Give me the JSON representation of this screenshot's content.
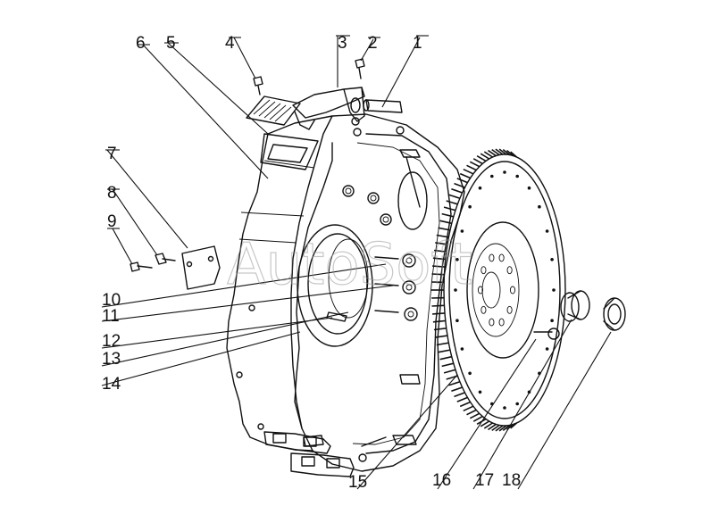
{
  "diagram": {
    "callouts": [
      {
        "id": "callout-1",
        "label": "1"
      },
      {
        "id": "callout-2",
        "label": "2"
      },
      {
        "id": "callout-3",
        "label": "3"
      },
      {
        "id": "callout-4",
        "label": "4"
      },
      {
        "id": "callout-5",
        "label": "5"
      },
      {
        "id": "callout-6",
        "label": "6"
      },
      {
        "id": "callout-7",
        "label": "7"
      },
      {
        "id": "callout-8",
        "label": "8"
      },
      {
        "id": "callout-9",
        "label": "9"
      },
      {
        "id": "callout-10",
        "label": "10"
      },
      {
        "id": "callout-11",
        "label": "11"
      },
      {
        "id": "callout-12",
        "label": "12"
      },
      {
        "id": "callout-13",
        "label": "13"
      },
      {
        "id": "callout-14",
        "label": "14"
      },
      {
        "id": "callout-15",
        "label": "15"
      },
      {
        "id": "callout-16",
        "label": "16"
      },
      {
        "id": "callout-17",
        "label": "17"
      },
      {
        "id": "callout-18",
        "label": "18"
      }
    ],
    "watermark": "AutoSoft"
  }
}
